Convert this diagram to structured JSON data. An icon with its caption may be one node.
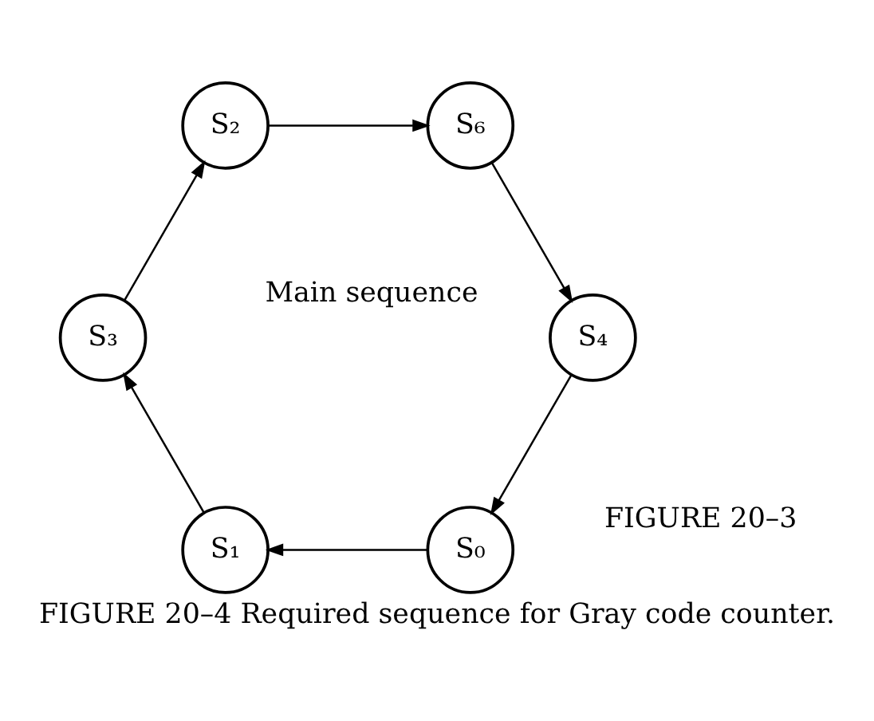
{
  "diagram": {
    "caption": "FIGURE 20–4 Required sequence for Gray code counter.",
    "nodes": [
      {
        "text": [
          "S₀"
        ]
      },
      {
        "text": [
          "S₁"
        ]
      },
      {
        "text": [
          "S₃"
        ]
      },
      {
        "text": [
          "S₂"
        ]
      },
      {
        "text": [
          "S₆"
        ]
      },
      {
        "text": [
          "S₄"
        ]
      }
    ],
    "edges": [
      {
        "from": 0,
        "to": 1,
        "arrow": "to"
      },
      {
        "from": 1,
        "to": 2,
        "arrow": "to"
      },
      {
        "from": 2,
        "to": 3,
        "arrow": "to"
      },
      {
        "from": 3,
        "to": 4,
        "arrow": "to"
      },
      {
        "from": 4,
        "to": 5,
        "arrow": "to"
      },
      {
        "from": 5,
        "to": 0,
        "arrow": "to"
      }
    ],
    "labels": [
      "FIGURE 20–3",
      "Main sequence"
    ]
  }
}
